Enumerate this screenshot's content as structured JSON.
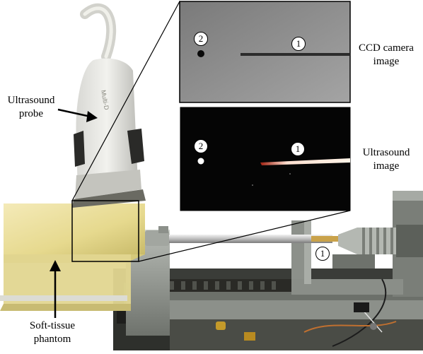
{
  "labels": {
    "probe_line1": "Ultrasound",
    "probe_line2": "probe",
    "ccd_line1": "CCD camera",
    "ccd_line2": "image",
    "us_line1": "Ultrasound",
    "us_line2": "image",
    "phantom_line1": "Soft-tissue",
    "phantom_line2": "phantom"
  },
  "markers": {
    "ccd_one": "1",
    "ccd_two": "2",
    "us_one": "1",
    "us_two": "2",
    "needle_one": "1"
  },
  "colors": {
    "ccd_background": "#8e8e8e",
    "us_background": "#050505",
    "phantom": "#e8dc9a",
    "metal": "#9aa09a"
  }
}
